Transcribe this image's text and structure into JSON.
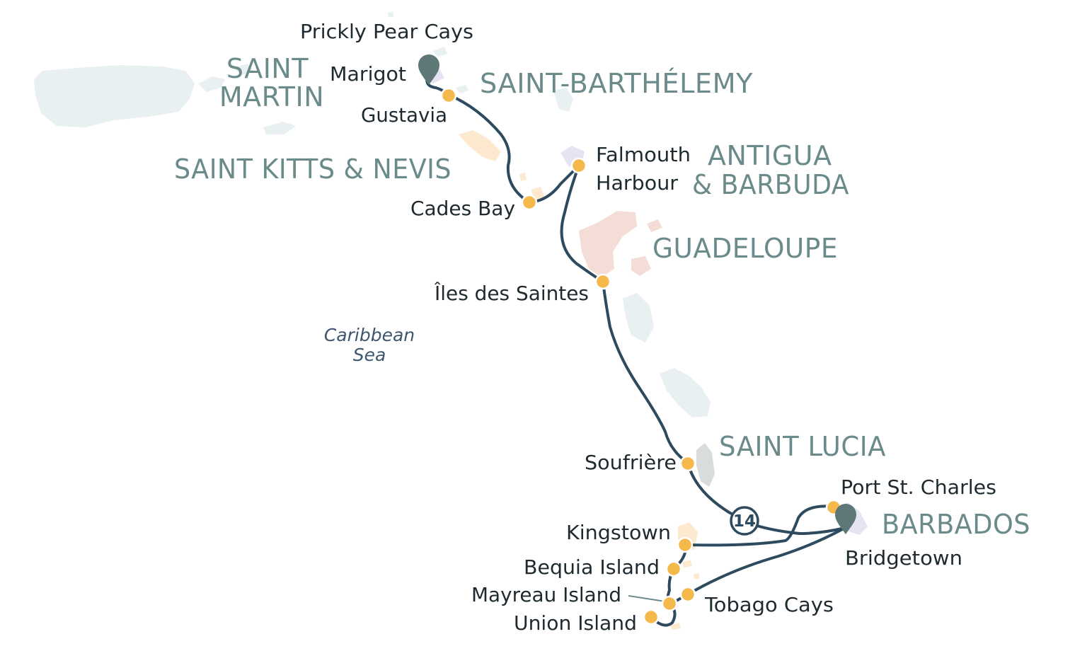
{
  "colors": {
    "route": "#2d4a5e",
    "port_dot": "#f5b84a",
    "pin": "#5e7877",
    "island_label": "#6b8a8a",
    "port_label": "#1e2a30",
    "sea_label": "#3e5670",
    "land_blue": "#e8f0f2",
    "land_peach": "#fde9cf",
    "land_pink": "#f5ddd7",
    "land_lavender": "#e6e4f3",
    "land_grey": "#d8dcdc"
  },
  "icons": {
    "start_pin": "map-pin-icon",
    "end_pin": "map-pin-icon",
    "duration_badge": "nights-badge-icon"
  },
  "islands": {
    "saint_martin_line1": "SAINT",
    "saint_martin_line2": "MARTIN",
    "saint_barthelemy": "SAINT-BARTHÉLEMY",
    "saint_kitts_nevis": "SAINT KITTS & NEVIS",
    "antigua_line1": "ANTIGUA",
    "antigua_line2": "& BARBUDA",
    "guadeloupe": "GUADELOUPE",
    "saint_lucia": "SAINT LUCIA",
    "barbados": "BARBADOS"
  },
  "ports": {
    "prickly_pear_cays": "Prickly Pear Cays",
    "marigot": "Marigot",
    "gustavia": "Gustavia",
    "falmouth_line1": "Falmouth",
    "falmouth_line2": "Harbour",
    "cades_bay": "Cades Bay",
    "iles_des_saintes": "Îles des Saintes",
    "soufriere": "Soufrière",
    "port_st_charles": "Port St. Charles",
    "bridgetown": "Bridgetown",
    "kingstown": "Kingstown",
    "bequia_island": "Bequia Island",
    "mayreau_island": "Mayreau Island",
    "tobago_cays": "Tobago Cays",
    "union_island": "Union Island"
  },
  "sea": {
    "line1": "Caribbean",
    "line2": "Sea"
  },
  "badge": {
    "nights": "14"
  }
}
